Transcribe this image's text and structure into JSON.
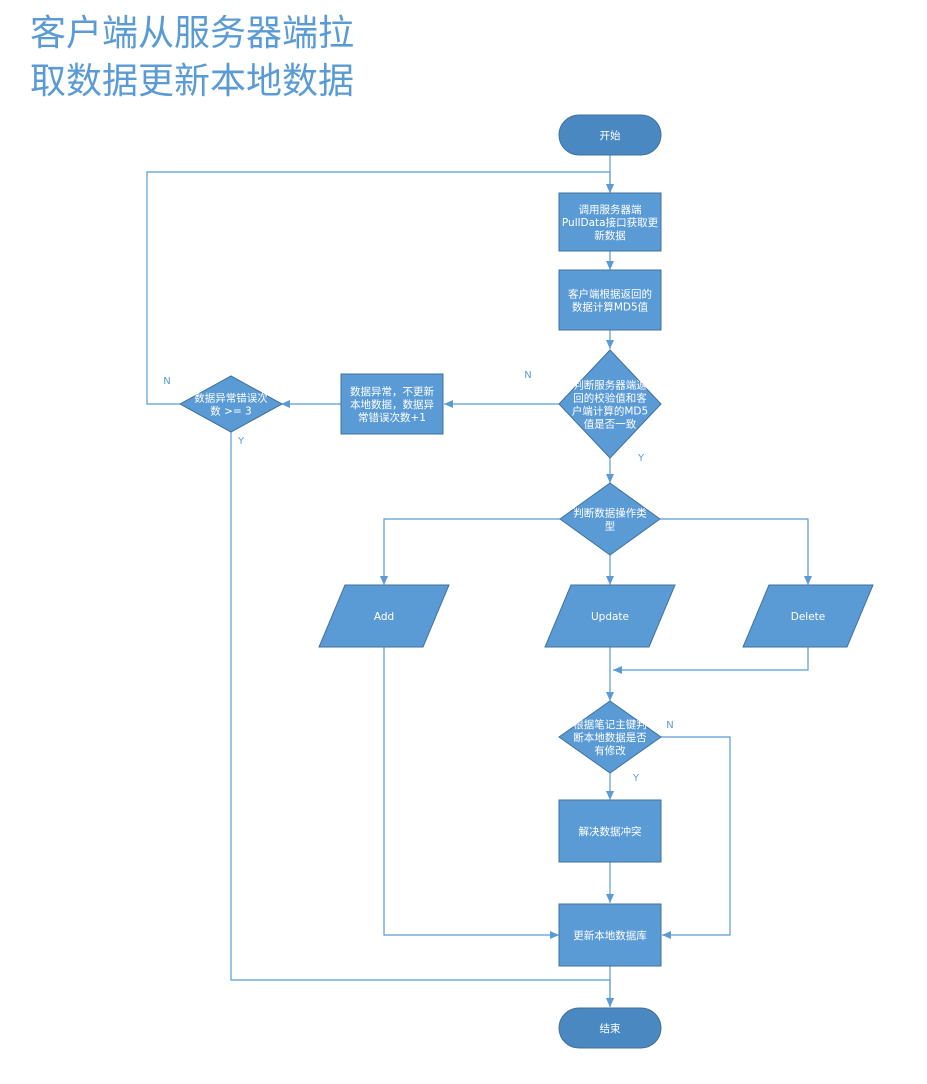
{
  "title": {
    "line1": "客户端从服务器端拉",
    "line2": "取数据更新本地数据"
  },
  "colors": {
    "accent": "#5b9bd5",
    "node_fill": "#5b9bd5",
    "terminal_fill": "#4a88c2",
    "node_border": "#41719c",
    "node_text": "#ffffff"
  },
  "nodes": {
    "start": [
      "开始"
    ],
    "call_pull": [
      "调用服务器端",
      "PullData接口获取更",
      "新数据"
    ],
    "calc_md5": [
      "客户端根据返回的",
      "数据计算MD5值"
    ],
    "check_md5": [
      "判断服务器端返",
      "回的校验值和客",
      "户端计算的MD5",
      "值是否一致"
    ],
    "data_error": [
      "数据异常，不更新",
      "本地数据，数据异",
      "常错误次数+1"
    ],
    "error_count": [
      "数据异常错误次",
      "数 >= 3"
    ],
    "op_type": [
      "判断数据操作类",
      "型"
    ],
    "add": [
      "Add"
    ],
    "update": [
      "Update"
    ],
    "delete": [
      "Delete"
    ],
    "check_modified": [
      "根据笔记主键判",
      "断本地数据是否",
      "有修改"
    ],
    "resolve": [
      "解决数据冲突"
    ],
    "update_db": [
      "更新本地数据库"
    ],
    "end": [
      "结束"
    ]
  },
  "edge_labels": {
    "md5_no": "N",
    "md5_yes": "Y",
    "count_no": "N",
    "count_yes": "Y",
    "modified_no": "N",
    "modified_yes": "Y"
  }
}
